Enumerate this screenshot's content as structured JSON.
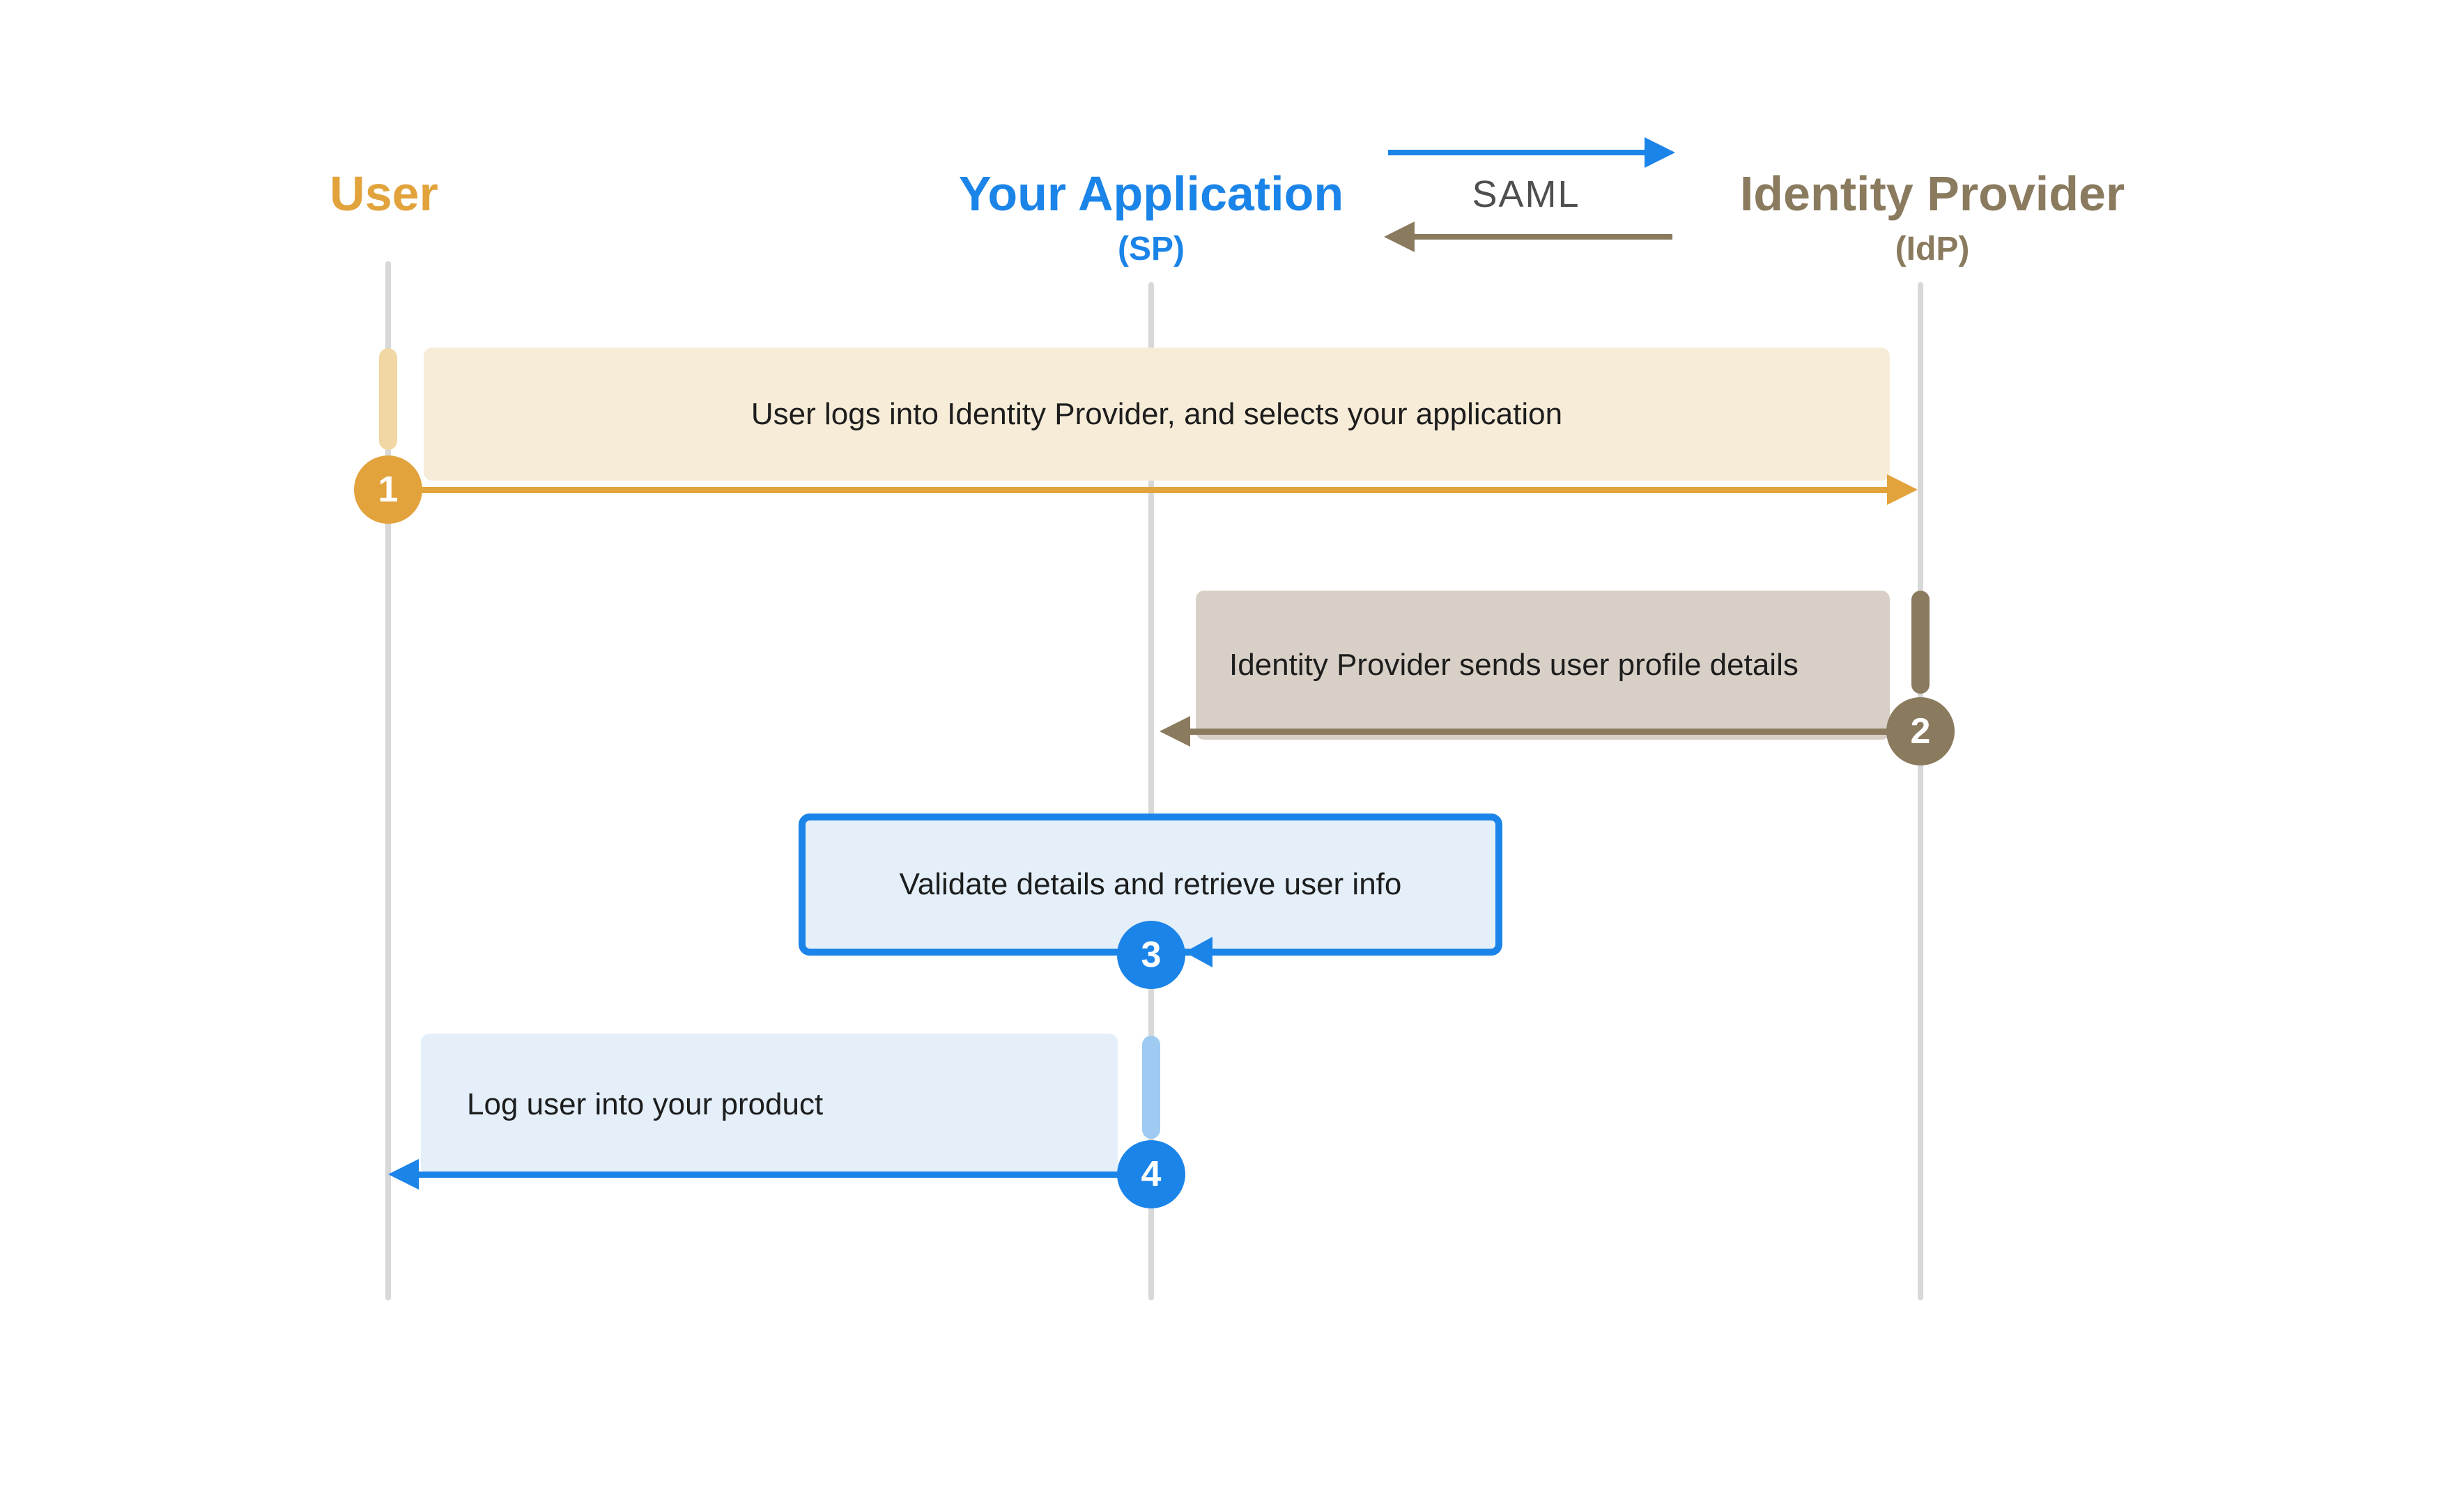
{
  "diagram": {
    "kind": "saml-sso-sequence-diagram"
  },
  "palette": {
    "gold": "#E2A33C",
    "gold_activation": "#F1D7A4",
    "gold_box": "#F7ECD8",
    "brown": "#8A7A5E",
    "brown_box": "#D8D0C6",
    "blue": "#1B84E8",
    "blue_box": "#E4EFFA",
    "blue_activation": "#9FCAF1",
    "lifeline_gray": "#D8D8D8",
    "text_dark": "#1D1D1D",
    "saml_label_gray": "#4F4F4F"
  },
  "actors": [
    {
      "title": "User",
      "subtitle": ""
    },
    {
      "title": "Your Application",
      "subtitle": "(SP)"
    },
    {
      "title": "Identity Provider",
      "subtitle": "(IdP)"
    }
  ],
  "legend": {
    "label": "SAML"
  },
  "steps": [
    {
      "number": "1",
      "text": "User logs into Identity Provider, and selects your application",
      "from": "User",
      "to": "Identity Provider"
    },
    {
      "number": "2",
      "text": "Identity Provider sends user profile details",
      "from": "Identity Provider",
      "to": "Your Application"
    },
    {
      "number": "3",
      "text": "Validate details and retrieve user info",
      "from": "Your Application",
      "to": "Your Application"
    },
    {
      "number": "4",
      "text": "Log user into your product",
      "from": "Your Application",
      "to": "User"
    }
  ]
}
